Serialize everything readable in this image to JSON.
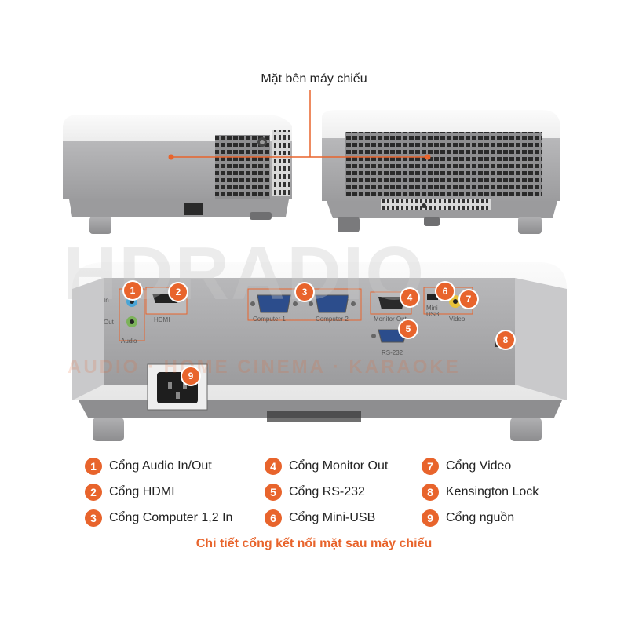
{
  "side_label": "Mặt bên máy chiếu",
  "watermark": {
    "brand": "HDRADIO",
    "tagline": "AUDIO · HOME CINEMA · KARAOKE"
  },
  "ports": {
    "audio_in": "In",
    "audio_out": "Out",
    "audio": "Audio",
    "hdmi": "HDMI",
    "computer1": "Computer 1",
    "computer2": "Computer 2",
    "monitor_out": "Monitor Out",
    "rs232": "RS-232",
    "mini_usb_1": "Mini",
    "mini_usb_2": "USB",
    "video": "Video"
  },
  "callouts": [
    "1",
    "2",
    "3",
    "4",
    "5",
    "6",
    "7",
    "8",
    "9"
  ],
  "legend": [
    {
      "num": "1",
      "label": "Cổng Audio In/Out"
    },
    {
      "num": "2",
      "label": "Cổng HDMI"
    },
    {
      "num": "3",
      "label": "Cổng Computer 1,2 In"
    },
    {
      "num": "4",
      "label": "Cổng Monitor Out"
    },
    {
      "num": "5",
      "label": "Cổng RS-232"
    },
    {
      "num": "6",
      "label": "Cổng Mini-USB"
    },
    {
      "num": "7",
      "label": "Cổng Video"
    },
    {
      "num": "8",
      "label": "Kensington Lock"
    },
    {
      "num": "9",
      "label": "Cổng nguồn"
    }
  ],
  "caption": "Chi tiết cổng kết nối mặt sau máy chiếu",
  "colors": {
    "accent": "#e8642c",
    "body_grey": "#a9a9ab",
    "top_white": "#f2f2f2"
  }
}
